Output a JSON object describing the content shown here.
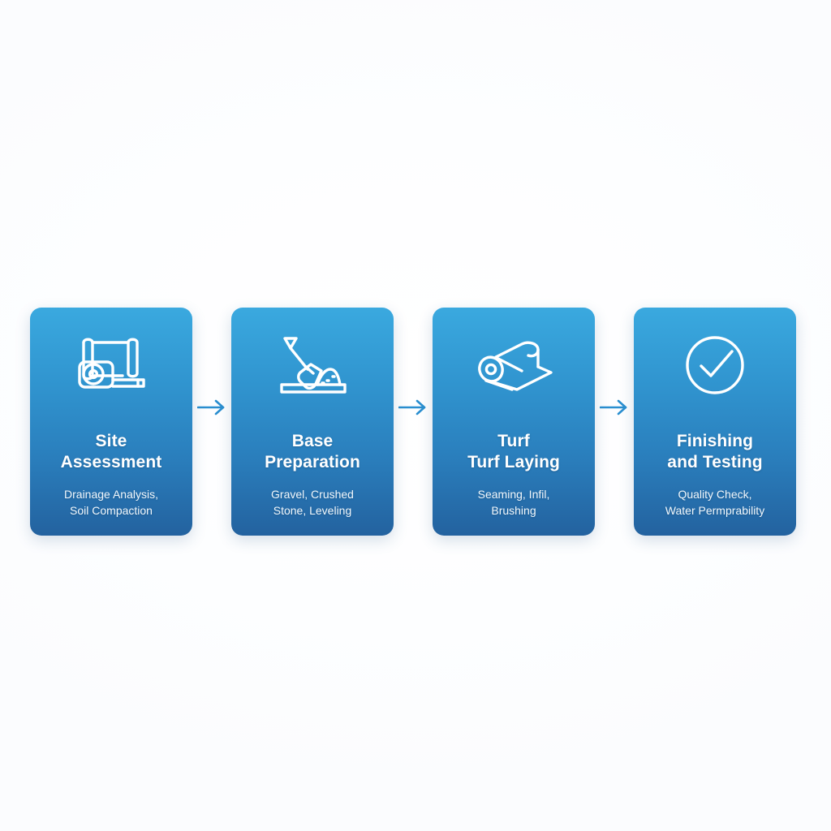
{
  "diagram": {
    "type": "process-flow",
    "orientation": "horizontal",
    "background_color": "#ffffff",
    "card_gradient_top": "#3aa9df",
    "card_gradient_bottom": "#23629f",
    "arrow_color": "#2a8fd0",
    "text_color": "#ffffff",
    "steps": [
      {
        "index": 1,
        "icon": "blueprint-tape-measure-icon",
        "title": "Site\nAssessment",
        "subtitle": "Drainage Analysis,\nSoil Compaction"
      },
      {
        "index": 2,
        "icon": "shovel-gravel-icon",
        "title": "Base\nPreparation",
        "subtitle": "Gravel, Crushed\nStone, Leveling"
      },
      {
        "index": 3,
        "icon": "turf-roll-icon",
        "title": "Turf\nTurf Laying",
        "subtitle": "Seaming, Infil,\nBrushing"
      },
      {
        "index": 4,
        "icon": "check-circle-icon",
        "title": "Finishing\nand Testing",
        "subtitle": "Quality Check,\nWater Permprability"
      }
    ],
    "connectors": [
      {
        "index": 1,
        "icon": "arrow-right-icon"
      },
      {
        "index": 2,
        "icon": "arrow-right-icon"
      },
      {
        "index": 3,
        "icon": "arrow-right-icon"
      }
    ]
  }
}
